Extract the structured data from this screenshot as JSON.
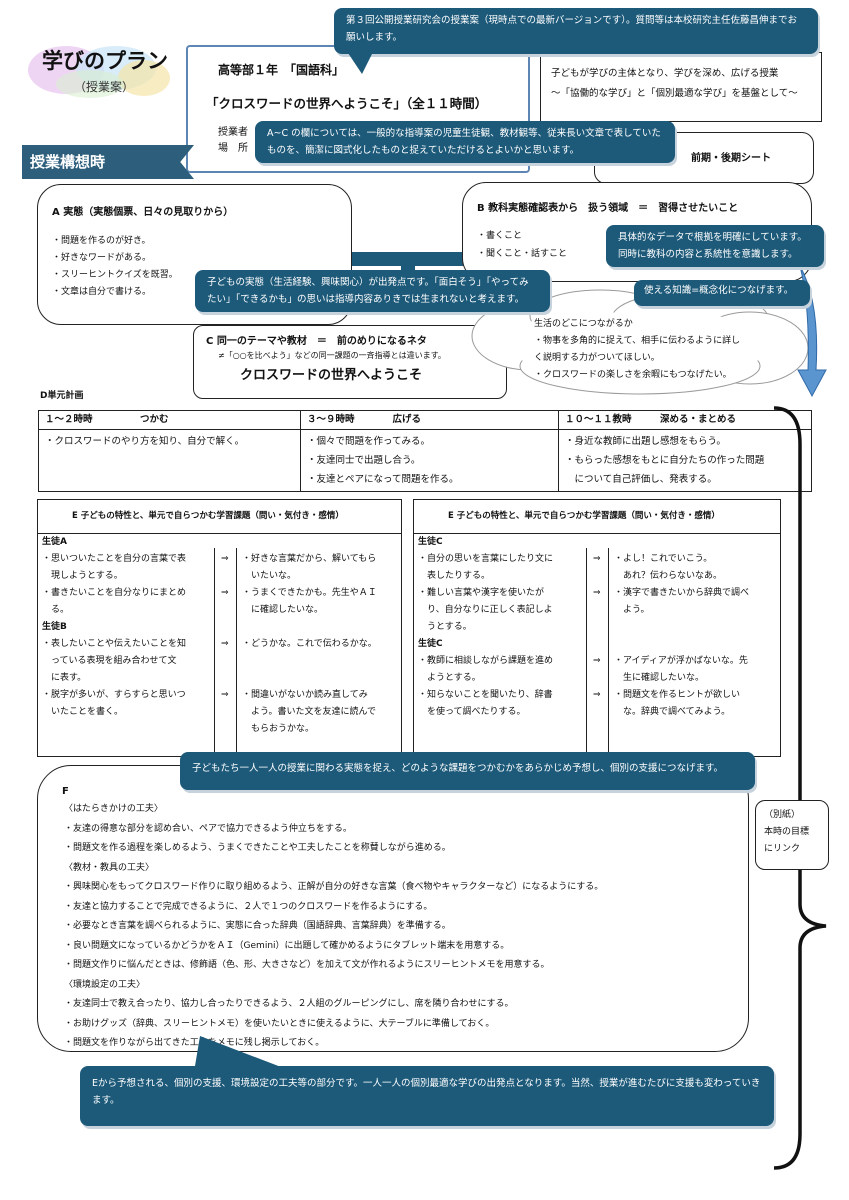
{
  "logo": {
    "title": "学びのプラン",
    "subtitle": "（授業案）"
  },
  "banner": "授業構想時",
  "header": {
    "grade": "高等部１年　「国語科」",
    "unit": "「クロスワードの世界へようこそ」（全１１時間）",
    "teacher_label": "授業者",
    "place_label": "場　所"
  },
  "goal": {
    "line1": "子どもが学びの主体となり、学びを深め、広げる授業",
    "line2": "～「協働的な学び」と「個別最適な学び」を基盤として～"
  },
  "sheet": "前期・後期シート",
  "callouts": {
    "top": "第３回公開授業研究会の授業案（現時点での最新バージョンです）。質問等は本校研究主任佐藤昌伸までお願いします。",
    "abc": "A~C の欄については、一般的な指導案の児童生徒観、教材観等、従来長い文章で表していたものを、簡潔に図式化したものと捉えていただけるとよいかと思います。",
    "a": "子どもの実態（生活経験、興味関心）が出発点です。「面白そう」「やってみたい」「できるかも」の思いは指導内容ありきでは生まれないと考えます。",
    "b": "具体的なデータで根拠を明確にしています。同時に教科の内容と系統性を意識します。",
    "b2": "使える知識=概念化につなげます。",
    "e": "子どもたち一人一人の授業に関わる実態を捉え、どのような課題をつかむかをあらかじめ予想し、個別の支援につなげます。",
    "f": "Eから予想される、個別の支援、環境設定の工夫等の部分です。一人一人の個別最適な学びの出発点となります。当然、授業が進むたびに支援も変わっていきます。"
  },
  "sectionA": {
    "title": "A 実態（実態個票、日々の見取りから）",
    "items": [
      "・問題を作るのが好き。",
      "・好きなワードがある。",
      "・スリーヒントクイズを既習。",
      "・文章は自分で書ける。"
    ]
  },
  "sectionB": {
    "title": "B 教科実態確認表から　扱う領域　＝　習得させたいこと",
    "items": [
      "・書くこと",
      "・聞くこと・話すこと"
    ]
  },
  "sectionC": {
    "title": "C 同一のテーマや教材　＝　前のめりになるネタ",
    "note": "≠「○○を比べよう」などの同一課題の一斉指導とは違います。",
    "theme": "クロスワードの世界へようこそ"
  },
  "cloud": {
    "title": "生活のどこにつながるか",
    "items": [
      "・物事を多角的に捉えて、相手に伝わるように詳し",
      "く説明する力がついてほしい。",
      "・クロスワードの楽しさを余暇にもつなげたい。"
    ]
  },
  "unitPlan": {
    "label": "D単元計画",
    "columns": [
      {
        "head": "１～２時時　　　　　つかむ",
        "items": [
          "・クロスワードのやり方を知り、自分で解く。"
        ]
      },
      {
        "head": "３～９時時　　　　広げる",
        "items": [
          "・個々で問題を作ってみる。",
          "・友達同士で出題し合う。",
          "・友達とペアになって問題を作る。"
        ]
      },
      {
        "head": "１０～１１教時　　　深める・まとめる",
        "items": [
          "・身近な教師に出題し感想をもらう。",
          "・もらった感想をもとに自分たちの作った問題",
          "　について自己評価し、発表する。"
        ]
      }
    ]
  },
  "sectionE": {
    "title": "E 子どもの特性と、単元で自らつかむ学習課題（問い・気付き・感情）",
    "arrow": "⇒",
    "left": [
      {
        "student": "生徒A",
        "rows": [
          {
            "trait": [
              "・思いついたことを自分の言葉で表",
              "　現しようとする。"
            ],
            "voice": [
              "・好きな言葉だから、解いてもら",
              "　いたいな。"
            ]
          },
          {
            "trait": [
              "・書きたいことを自分なりにまとめ",
              "　る。"
            ],
            "voice": [
              "・うまくできたかも。先生やＡＩ",
              "　に確認したいな。"
            ]
          }
        ]
      },
      {
        "student": "生徒B",
        "rows": [
          {
            "trait": [
              "・表したいことや伝えたいことを知",
              "　っている表現を組み合わせて文",
              "　に表す。"
            ],
            "voice": [
              "・どうかな。これで伝わるかな。"
            ]
          },
          {
            "trait": [
              "・脱字が多いが、すらすらと思いつ",
              "　いたことを書く。"
            ],
            "voice": [
              "・間違いがないか読み直してみ",
              "　よう。書いた文を友達に読んで",
              "　もらおうかな。"
            ]
          }
        ]
      }
    ],
    "right": [
      {
        "student": "生徒C",
        "rows": [
          {
            "trait": [
              "・自分の思いを言葉にしたり文に",
              "　表したりする。"
            ],
            "voice": [
              "・よし！これでいこう。",
              "　あれ？伝わらないなあ。"
            ]
          },
          {
            "trait": [
              "・難しい言葉や漢字を使いたが",
              "　り、自分なりに正しく表記しよ",
              "　うとする。"
            ],
            "voice": [
              "・漢字で書きたいから辞典で調べ",
              "　よう。"
            ]
          }
        ]
      },
      {
        "student": "生徒C",
        "rows": [
          {
            "trait": [
              "・教師に相談しながら課題を進め",
              "　ようとする。"
            ],
            "voice": [
              "・アイディアが浮かばないな。先",
              "　生に確認したいな。"
            ]
          },
          {
            "trait": [
              "・知らないことを聞いたり、辞書",
              "　を使って調べたりする。"
            ],
            "voice": [
              "・問題文を作るヒントが欲しい",
              "　な。辞典で調べてみよう。"
            ]
          }
        ]
      }
    ]
  },
  "sectionF": {
    "label": "F",
    "lines": [
      "〈はたらきかけの工夫〉",
      "・友達の得意な部分を認め合い、ペアで協力できるよう仲立ちをする。",
      "・問題文を作る過程を楽しめるよう、うまくできたことや工夫したことを称賛しながら進める。",
      "〈教材・教具の工夫〉",
      "・興味関心をもってクロスワード作りに取り組めるよう、正解が自分の好きな言葉（食べ物やキャラクターなど）になるようにする。",
      "・友達と協力することで完成できるように、２人で１つのクロスワードを作るようにする。",
      "・必要なとき言葉を調べられるように、実態に合った辞典（国語辞典、言葉辞典）を準備する。",
      "・良い問題文になっているかどうかをＡＩ（Gemini）に出題して確かめるようにタブレット端末を用意する。",
      "・問題文作りに悩んだときは、修飾語（色、形、大きさなど）を加えて文が作れるようにスリーヒントメモを用意する。",
      "〈環境設定の工夫〉",
      "・友達同士で教え合ったり、協力し合ったりできるよう、２人組のグルーピングにし、席を隣り合わせにする。",
      "・お助けグッズ（辞典、スリーヒントメモ）を使いたいときに使えるように、大テーブルに準備しておく。",
      "・問題文を作りながら出てきた工夫をメモに残し掲示しておく。"
    ]
  },
  "sideNote": {
    "line1": "（別紙）",
    "line2": "本時の目標",
    "line3": "にリンク"
  }
}
